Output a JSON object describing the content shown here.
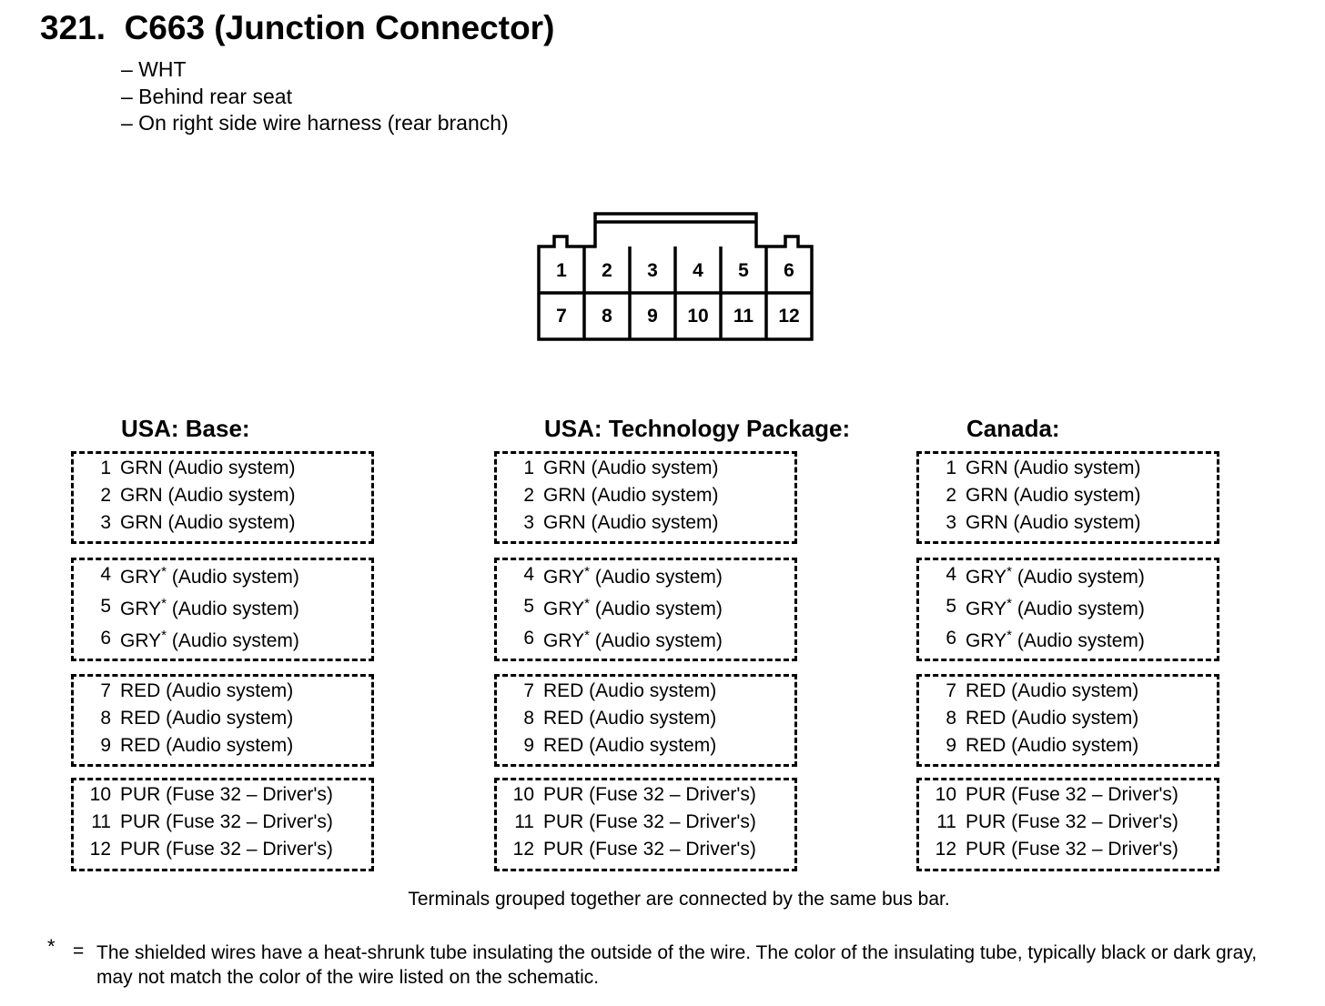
{
  "title": "321.  C663 (Junction Connector)",
  "location": [
    "– WHT",
    "– Behind rear seat",
    "– On right side wire harness (rear branch)"
  ],
  "connector": {
    "top_row": [
      "1",
      "2",
      "3",
      "4",
      "5",
      "6"
    ],
    "bottom_row": [
      "7",
      "8",
      "9",
      "10",
      "11",
      "12"
    ]
  },
  "sections": [
    {
      "title": "USA: Base:",
      "groups": [
        [
          [
            "1",
            "GRN (Audio system)"
          ],
          [
            "2",
            "GRN (Audio system)"
          ],
          [
            "3",
            "GRN (Audio system)"
          ]
        ],
        [
          [
            "4",
            "GRY",
            "*",
            "(Audio system)"
          ],
          [
            "5",
            "GRY",
            "*",
            "(Audio system)"
          ],
          [
            "6",
            "GRY",
            "*",
            "(Audio system)"
          ]
        ],
        [
          [
            "7",
            "RED (Audio system)"
          ],
          [
            "8",
            "RED (Audio system)"
          ],
          [
            "9",
            "RED (Audio system)"
          ]
        ],
        [
          [
            "10",
            "PUR (Fuse 32 – Driver's)"
          ],
          [
            "11",
            "PUR (Fuse 32 – Driver's)"
          ],
          [
            "12",
            "PUR (Fuse 32 – Driver's)"
          ]
        ]
      ]
    },
    {
      "title": "USA: Technology Package:",
      "groups": [
        [
          [
            "1",
            "GRN (Audio system)"
          ],
          [
            "2",
            "GRN (Audio system)"
          ],
          [
            "3",
            "GRN (Audio system)"
          ]
        ],
        [
          [
            "4",
            "GRY",
            "*",
            "(Audio system)"
          ],
          [
            "5",
            "GRY",
            "*",
            "(Audio system)"
          ],
          [
            "6",
            "GRY",
            "*",
            "(Audio system)"
          ]
        ],
        [
          [
            "7",
            "RED (Audio system)"
          ],
          [
            "8",
            "RED (Audio system)"
          ],
          [
            "9",
            "RED (Audio system)"
          ]
        ],
        [
          [
            "10",
            "PUR (Fuse 32 – Driver's)"
          ],
          [
            "11",
            "PUR (Fuse 32 – Driver's)"
          ],
          [
            "12",
            "PUR (Fuse 32 – Driver's)"
          ]
        ]
      ]
    },
    {
      "title": "Canada:",
      "groups": [
        [
          [
            "1",
            "GRN (Audio system)"
          ],
          [
            "2",
            "GRN (Audio system)"
          ],
          [
            "3",
            "GRN (Audio system)"
          ]
        ],
        [
          [
            "4",
            "GRY",
            "*",
            "(Audio system)"
          ],
          [
            "5",
            "GRY",
            "*",
            "(Audio system)"
          ],
          [
            "6",
            "GRY",
            "*",
            "(Audio system)"
          ]
        ],
        [
          [
            "7",
            "RED (Audio system)"
          ],
          [
            "8",
            "RED (Audio system)"
          ],
          [
            "9",
            "RED (Audio system)"
          ]
        ],
        [
          [
            "10",
            "PUR (Fuse 32 – Driver's)"
          ],
          [
            "11",
            "PUR (Fuse 32 – Driver's)"
          ],
          [
            "12",
            "PUR (Fuse 32 – Driver's)"
          ]
        ]
      ]
    }
  ],
  "bus_bar_note": "Terminals grouped together are connected by the same bus bar.",
  "footnote": {
    "symbol": "*",
    "equals": "=",
    "text": "The shielded wires have a heat-shrunk tube insulating the outside of the wire.  The color of the insulating tube, typically black or dark gray, may not match the color of the wire listed on the schematic."
  }
}
